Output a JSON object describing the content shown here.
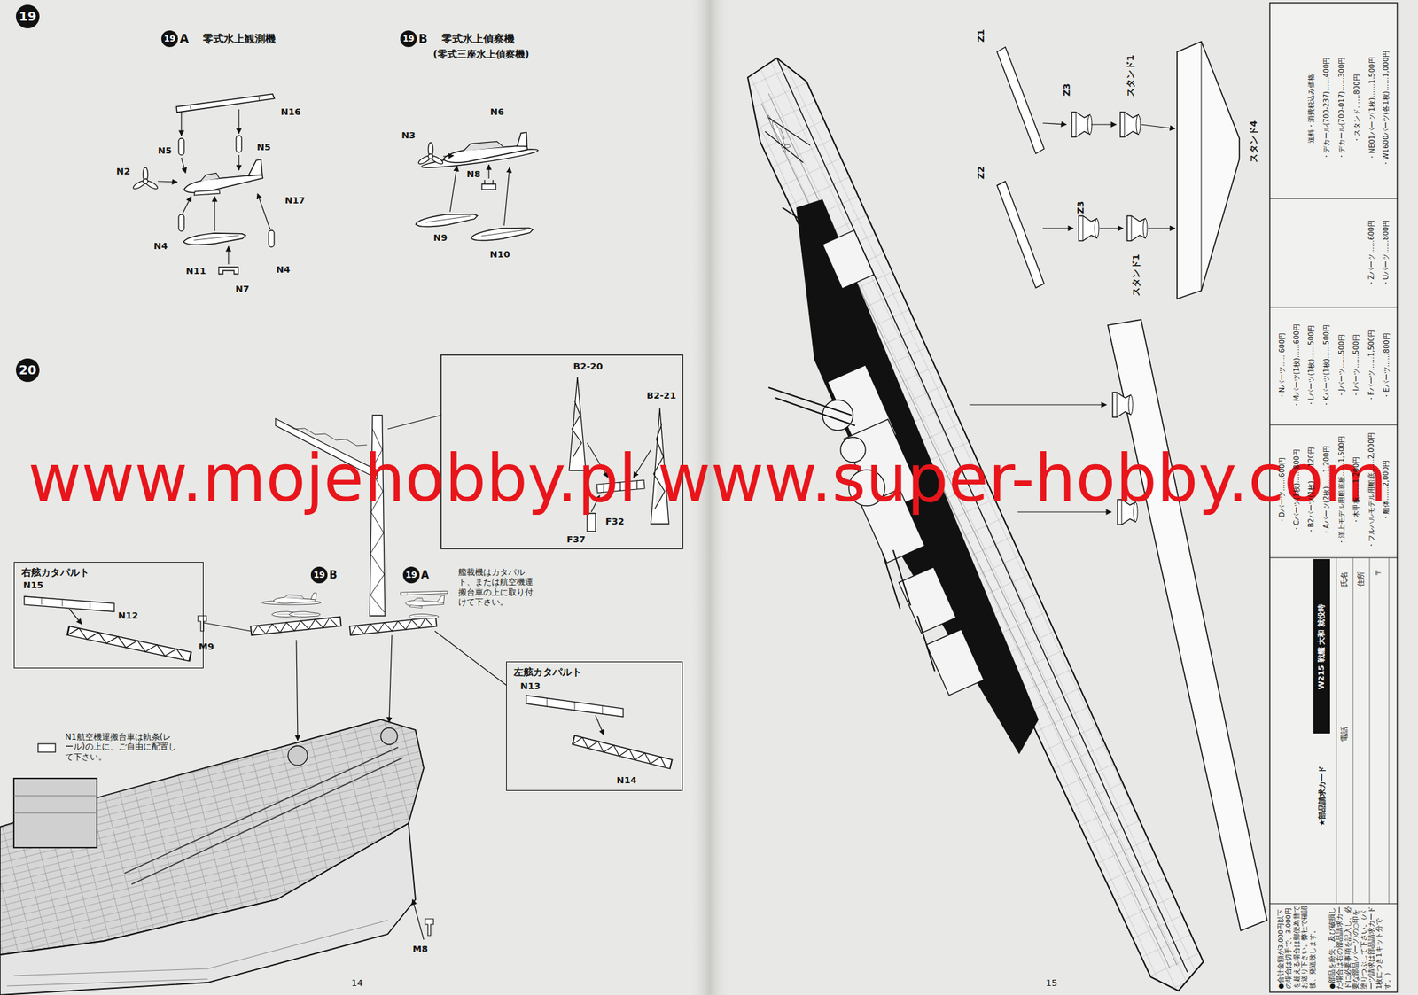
{
  "diagram": {
    "nodes": [
      {
        "text": [
          "19"
        ]
      },
      {
        "text": [
          "19"
        ]
      },
      {
        "text": [
          "19"
        ]
      },
      {
        "text": [
          "20"
        ]
      },
      {
        "text": [
          "右舷カタパルト"
        ]
      },
      {
        "text": [
          "19"
        ]
      },
      {
        "text": [
          "19"
        ]
      },
      {
        "text": [
          "左舷カタパルト"
        ]
      }
    ],
    "labels": [
      "A",
      "零式水上観測機",
      "B",
      "零式水上偵察機",
      "(零式三座水上偵察機)",
      "N16",
      "N5",
      "N5",
      "N2",
      "N17",
      "N4",
      "N11",
      "N7",
      "N4",
      "N6",
      "N3",
      "N8",
      "N9",
      "N10",
      "B2-20",
      "B2-21",
      "F32",
      "F37",
      "www.mojehobby.pl www.super-hobby.com",
      "N15",
      "N12",
      "B",
      "A",
      "艦載機はカタパルト、または航空機運搬台車の上に取り付けて下さい。",
      "N13",
      "N14",
      "M9",
      "N1航空機運搬台車は軌条(レール)の上に、ご自由に配置して下さい。",
      "M8",
      "14",
      "15",
      "Z1",
      "Z3",
      "スタンド1",
      "スタンド4",
      "Z2",
      "Z3",
      "スタンド1",
      "・船体……2,000円",
      "・フルハルモデル用船底……2,000円",
      "・木甲板……1,200円",
      "・洋上モデル用船底板……1,500円",
      "・Aパーツ(2枚)……1,200円",
      "・B2パーツ(1枚)……120円",
      "・Cパーツ(1枚)……800円",
      "・Dパーツ……600円",
      "・Eパーツ……800円",
      "・Fパーツ……1,500円",
      "・Iパーツ……500円",
      "・Jパーツ……500円",
      "・Kパーツ(1枚)……500円",
      "・Lパーツ(1枚)……500円",
      "・Mパーツ(1枚)……600円",
      "・Nパーツ……600円",
      "・Uパーツ……800円",
      "・Zパーツ……600円",
      "・W1600パーツ(各1枚)……1,000円",
      "・NE01パーツ(1枚)……1,500円",
      "・スタンド……800円",
      "・デカール(700-017)……300円",
      "・デカール(700-237)……400円",
      "送料・消費税込み価格",
      "★部品請求カード",
      "W215 戦艦 大和 就役時",
      "〒",
      "住所",
      "氏名",
      "電話",
      "●部品を紛失、及び破損した場合は右の部品請求カードに必要事項を記入し、必要な部品(パーツ)の○印を塗りつぶして下さい。(パーツ請求は部品請求カード1枚につき1キット分です。)",
      "●合計金額が3,000円以下の場合は切手で、3,000円を超える場合は郵便為替でお送り下さい。弊社で確認後、発送致します。"
    ]
  }
}
